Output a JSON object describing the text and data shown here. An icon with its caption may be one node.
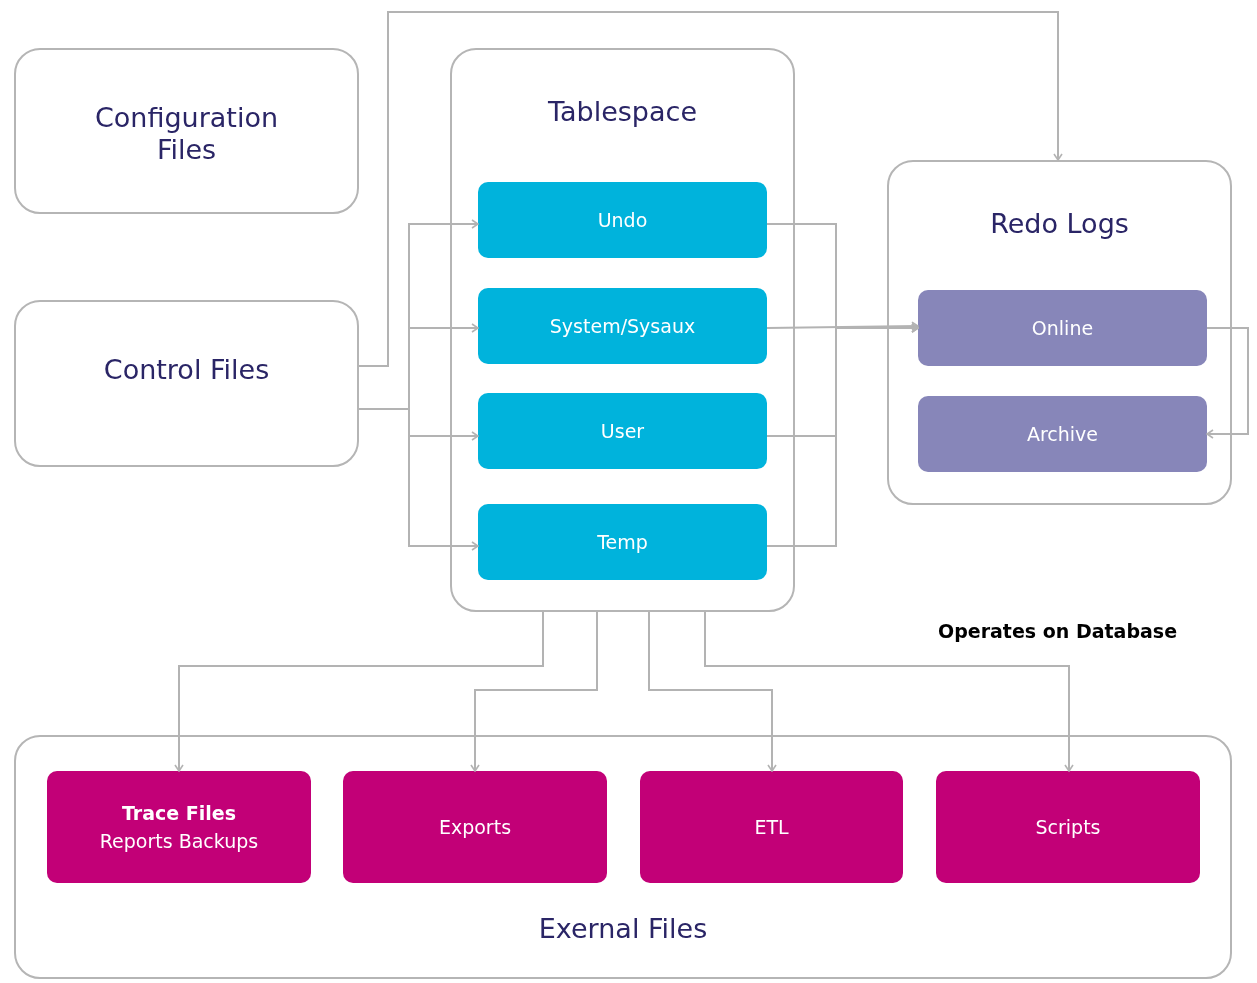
{
  "diagram": {
    "nodes": [
      {
        "text": [
          "Configuration Files"
        ]
      },
      {
        "text": [
          "Control Files"
        ]
      },
      {
        "text": [
          "Tablespace"
        ]
      },
      {
        "text": [
          "Undo"
        ],
        "in": 2
      },
      {
        "text": [
          "System/Sysaux"
        ],
        "in": 2
      },
      {
        "text": [
          "User"
        ],
        "in": 2
      },
      {
        "text": [
          "Temp"
        ],
        "in": 2
      },
      {
        "text": [
          "Redo Logs"
        ]
      },
      {
        "text": [
          "Online"
        ],
        "in": 7
      },
      {
        "text": [
          "Archive"
        ],
        "in": 7
      },
      {
        "text": [
          "Exernal Files"
        ]
      },
      {
        "text": [
          "Trace Files",
          "Reports Backups"
        ],
        "in": 10
      },
      {
        "text": [
          "Exports"
        ],
        "in": 10
      },
      {
        "text": [
          "ETL"
        ],
        "in": 10
      },
      {
        "text": [
          "Scripts"
        ],
        "in": 10
      }
    ],
    "edges": [
      {
        "from": 1,
        "to": 7,
        "arrow": "to"
      },
      {
        "from": 1,
        "to": 3,
        "arrow": "to"
      },
      {
        "from": 1,
        "to": 4,
        "arrow": "to"
      },
      {
        "from": 1,
        "to": 5,
        "arrow": "to"
      },
      {
        "from": 1,
        "to": 6,
        "arrow": "to"
      },
      {
        "from": 3,
        "to": 8,
        "arrow": "to"
      },
      {
        "from": 4,
        "to": 8,
        "arrow": "to"
      },
      {
        "from": 5,
        "to": 8,
        "arrow": "to"
      },
      {
        "from": 6,
        "to": 8,
        "arrow": "to"
      },
      {
        "from": 8,
        "to": 9,
        "arrow": "to"
      },
      {
        "from": 2,
        "to": 11,
        "arrow": "to"
      },
      {
        "from": 2,
        "to": 12,
        "arrow": "to"
      },
      {
        "from": 2,
        "to": 13,
        "arrow": "to"
      },
      {
        "from": 2,
        "to": 14,
        "arrow": "to"
      }
    ],
    "labels": [
      "Operates on Database"
    ]
  }
}
